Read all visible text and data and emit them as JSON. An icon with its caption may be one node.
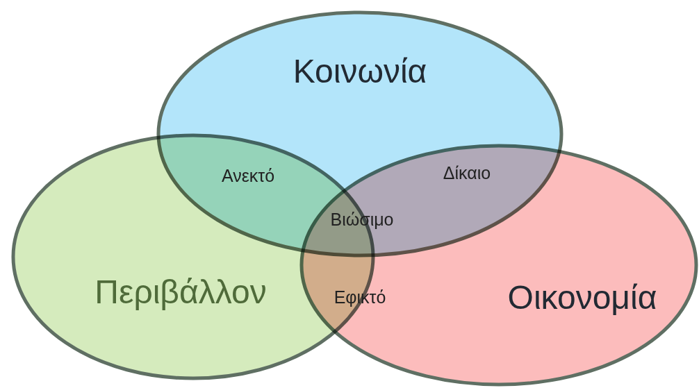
{
  "diagram": {
    "nodes": [
      {
        "text": [
          "Κοινωνία"
        ]
      },
      {
        "text": [
          "Περιβάλλον"
        ]
      },
      {
        "text": [
          "Οικονομία"
        ]
      }
    ],
    "labels": [
      "Ανεκτό",
      "Δίκαιο",
      "Βιώσιμο",
      "Εφικτό"
    ]
  }
}
